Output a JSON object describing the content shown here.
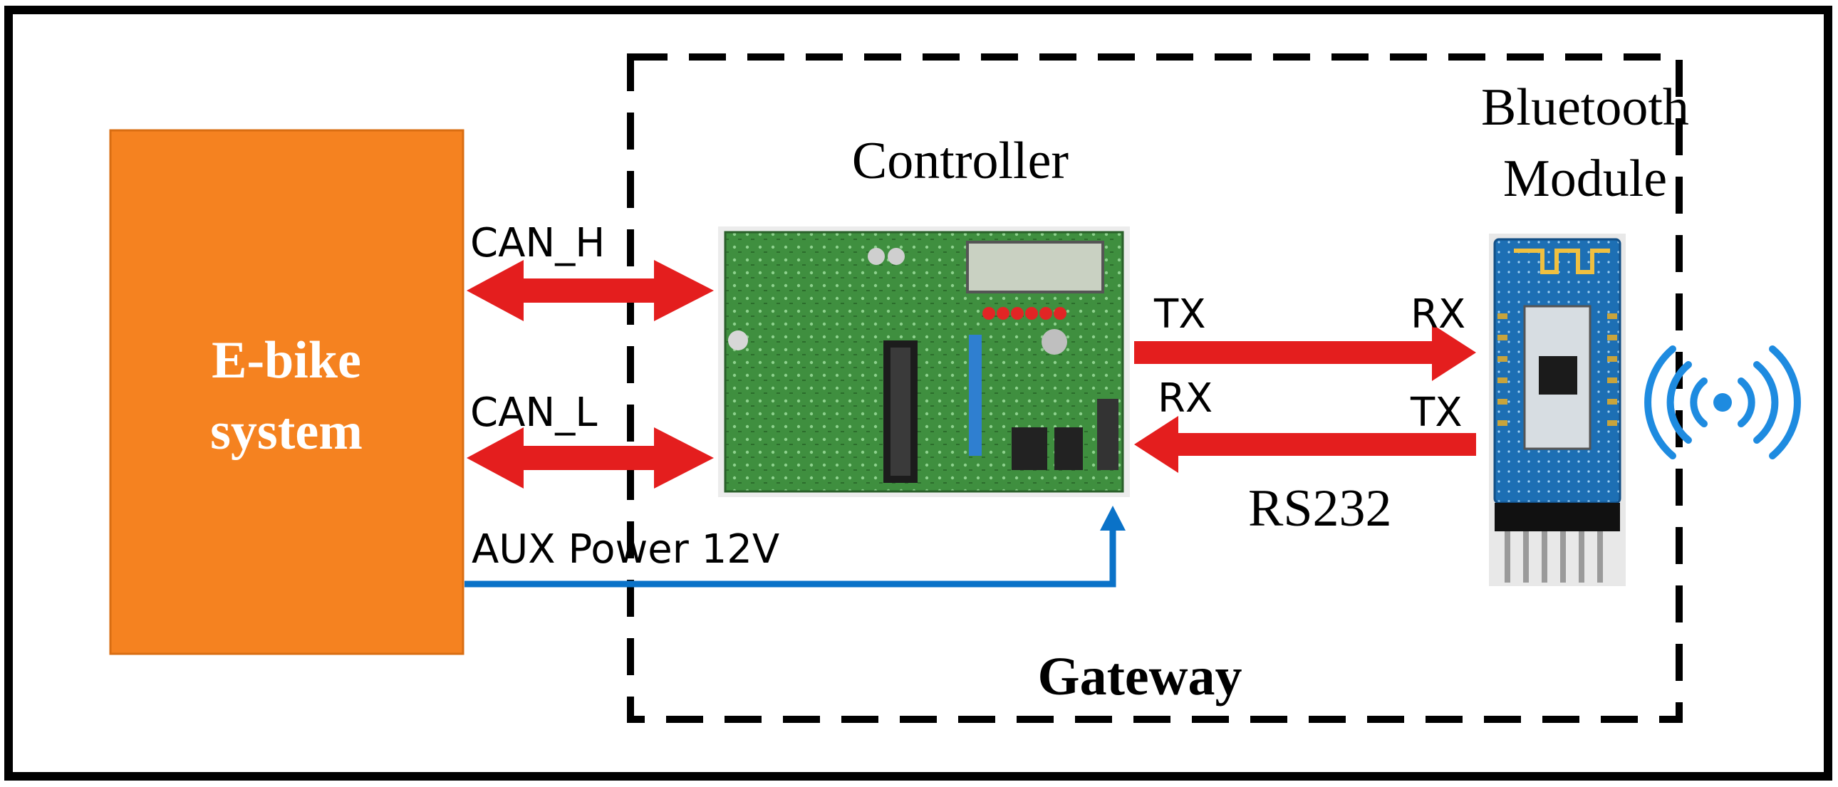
{
  "ebike": {
    "line1": "E-bike",
    "line2": "system"
  },
  "controller": {
    "title": "Controller"
  },
  "bluetooth": {
    "title_line1": "Bluetooth",
    "title_line2": "Module"
  },
  "gateway": {
    "label": "Gateway"
  },
  "signals": {
    "can_h": "CAN_H",
    "can_l": "CAN_L",
    "aux_power": "AUX Power 12V",
    "ctrl_tx": "TX",
    "ctrl_rx": "RX",
    "bt_rx": "RX",
    "bt_tx": "TX",
    "rs232": "RS232"
  },
  "icons": {
    "wireless": "wireless-signal-icon",
    "pcb": "controller-board-image",
    "bt_board": "bluetooth-module-image"
  },
  "colors": {
    "ebike_fill": "#F58220",
    "arrow_red": "#E41E1E",
    "power_blue": "#0A72C8",
    "wireless_blue": "#1E8BE0",
    "border": "#000000"
  }
}
